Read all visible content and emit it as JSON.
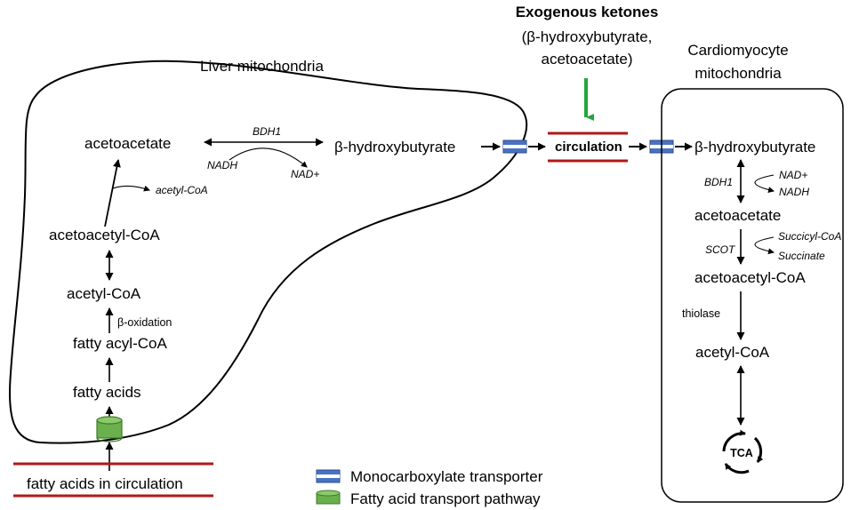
{
  "colors": {
    "line": "#000000",
    "membrane": "#b01818",
    "exogenous_arrow": "#22a83a",
    "transporter_blue": "#4a72c4",
    "transporter_dark": "#2e4d8c",
    "fat_green": "#6ab04c",
    "fat_green_dark": "#3f7a2a"
  },
  "liver": {
    "title": "Liver mitochondria",
    "acetoacetate": "acetoacetate",
    "bdh1": "BDH1",
    "nadh": "NADH",
    "nad_plus": "NAD+",
    "beta_hydroxybutyrate": "β-hydroxybutyrate",
    "acetyl_coa_side": "acetyl-CoA",
    "acetoacetyl_coa": "acetoacetyl-CoA",
    "acetyl_coa": "acetyl-CoA",
    "beta_oxidation": "β-oxidation",
    "fatty_acyl_coa": "fatty acyl-CoA",
    "fatty_acids": "fatty acids"
  },
  "circulation": {
    "fatty_acids_label": "fatty acids in circulation",
    "label": "circulation"
  },
  "exogenous": {
    "title": "Exogenous ketones",
    "line1": "(β-hydroxybutyrate,",
    "line2": "acetoacetate)"
  },
  "cardio": {
    "title_line1": "Cardiomyocyte",
    "title_line2": "mitochondria",
    "beta_hydroxybutyrate": "β-hydroxybutyrate",
    "bdh1": "BDH1",
    "nad_plus": "NAD+",
    "nadh": "NADH",
    "acetoacetate": "acetoacetate",
    "scot": "SCOT",
    "succicyl_coa": "Succicyl-CoA",
    "succinate": "Succinate",
    "acetoacetyl_coa": "acetoacetyl-CoA",
    "thiolase": "thiolase",
    "acetyl_coa": "acetyl-CoA",
    "tca": "TCA"
  },
  "legend": {
    "transporter": "Monocarboxylate transporter",
    "fatty_pathway": "Fatty acid transport pathway"
  }
}
